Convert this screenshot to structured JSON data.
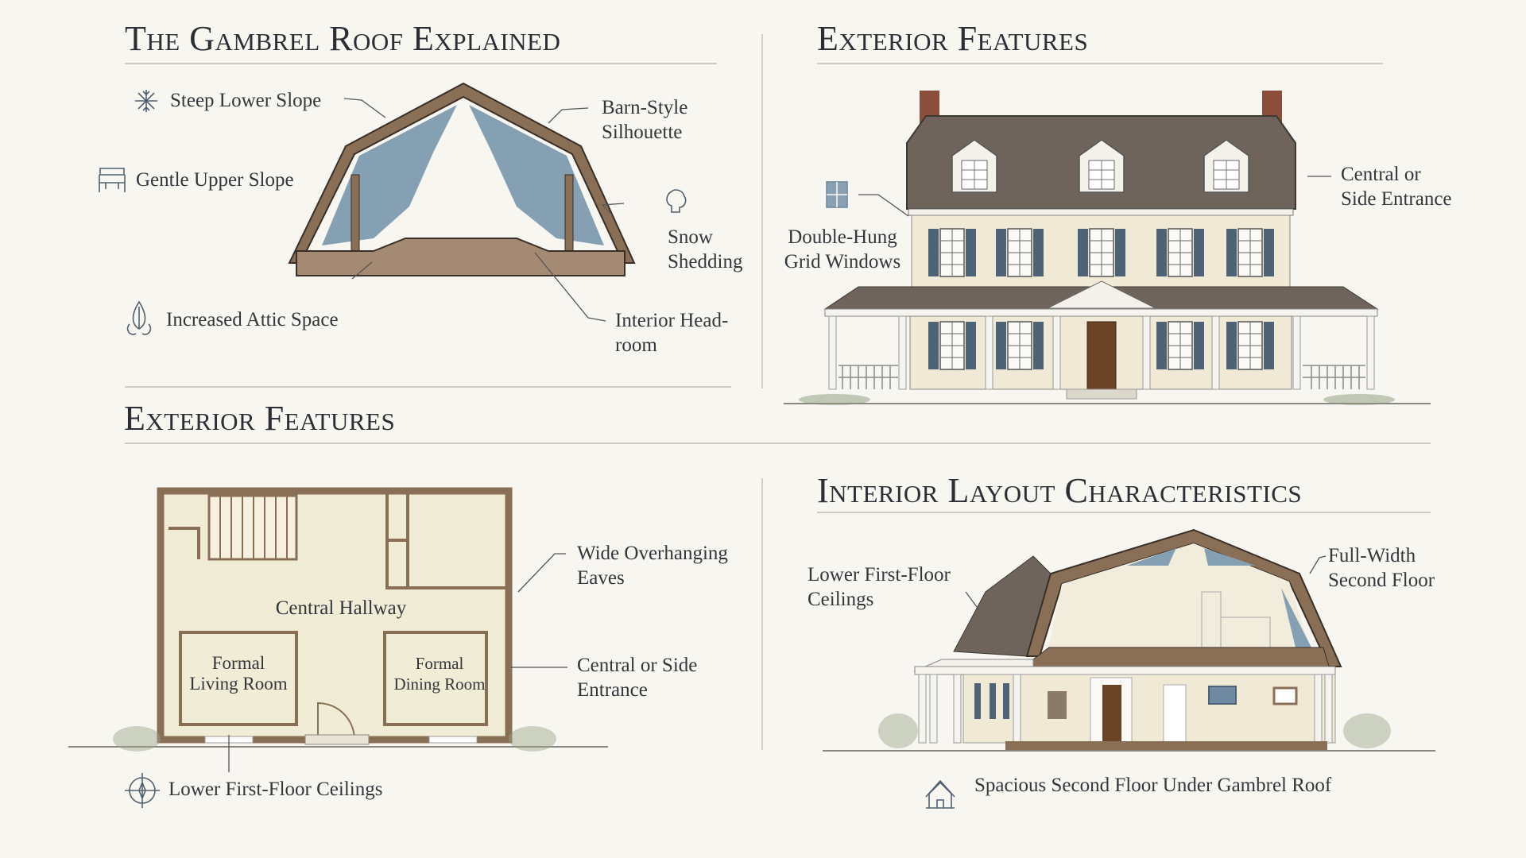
{
  "sections": {
    "roof": {
      "title": "The Gambrel Roof Explained",
      "labels": {
        "steep_lower_slope": "Steep Lower Slope",
        "gentle_upper_slope": "Gentle Upper Slope",
        "barn_style": "Barn-Style\nSilhouette",
        "snow_shedding": "Snow\nShedding",
        "attic_space": "Increased Attic Space",
        "headroom": "Interior Head-\nroom"
      },
      "icons": [
        "snowflake-icon",
        "bench-icon",
        "snow-cloud-icon",
        "leaf-icon"
      ]
    },
    "exterior_top": {
      "title": "Exterior Features",
      "labels": {
        "entrance": "Central or\nSide Entrance",
        "windows": "Double-Hung\nGrid Windows"
      },
      "icons": [
        "window-grid-icon"
      ]
    },
    "exterior_plan": {
      "title": "Exterior Features",
      "rooms": {
        "hallway": "Central Hallway",
        "living": "Formal\nLiving Room",
        "dining": "Formal\nDining Room"
      },
      "labels": {
        "eaves": "Wide Overhanging\nEaves",
        "entrance": "Central or Side\nEntrance",
        "ceilings": "Lower First-Floor Ceilings"
      },
      "icons": [
        "compass-icon"
      ]
    },
    "interior": {
      "title": "Interior Layout Characteristics",
      "labels": {
        "ceilings": "Lower First-Floor\nCeilings",
        "full_width": "Full-Width\nSecond Floor",
        "spacious": "Spacious Second Floor Under Gambrel Roof"
      },
      "icons": [
        "house-icon"
      ]
    }
  },
  "colors": {
    "background": "#f8f6f1",
    "roof_brown": "#8a6f57",
    "sky_blue": "#86a0b3",
    "wall_cream": "#efe9d6",
    "shingle": "#6f645c",
    "shutter": "#4e6375",
    "door": "#6b4428"
  }
}
